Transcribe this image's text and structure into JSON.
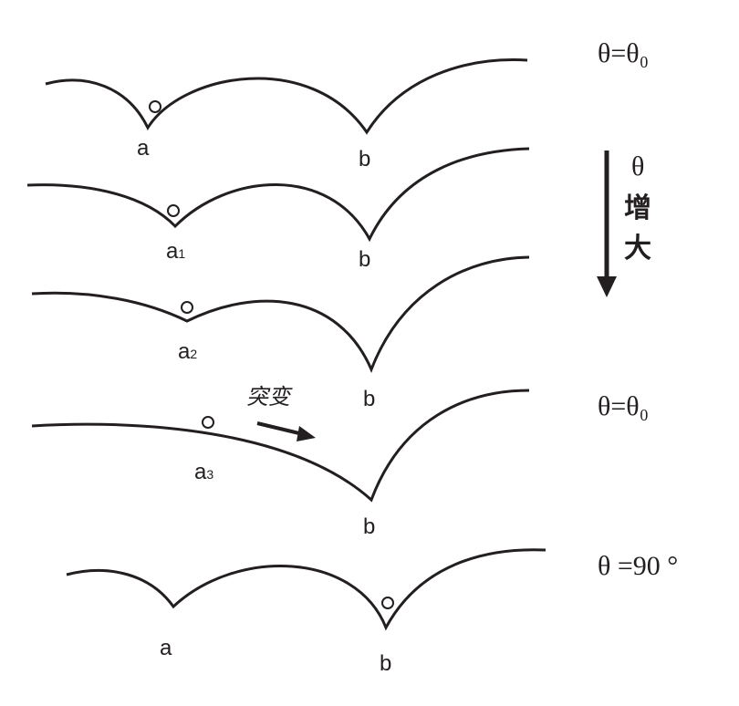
{
  "rows": [
    {
      "left_label": "a",
      "left_sub": "",
      "right_label": "b",
      "angle_label": "θ=θ₀"
    },
    {
      "left_label": "a",
      "left_sub": "1",
      "right_label": "b"
    },
    {
      "left_label": "a",
      "left_sub": "2",
      "right_label": "b"
    },
    {
      "left_label": "a",
      "left_sub": "3",
      "right_label": "b",
      "angle_label": "θ=θ₀",
      "transition_label": "突变"
    },
    {
      "left_label": "a",
      "left_sub": "",
      "right_label": "b",
      "angle_label": "θ =90 °"
    }
  ],
  "increase_arrow": {
    "symbol": "θ",
    "text1": "增",
    "text2": "大"
  },
  "colors": {
    "ink": "#231f20"
  }
}
